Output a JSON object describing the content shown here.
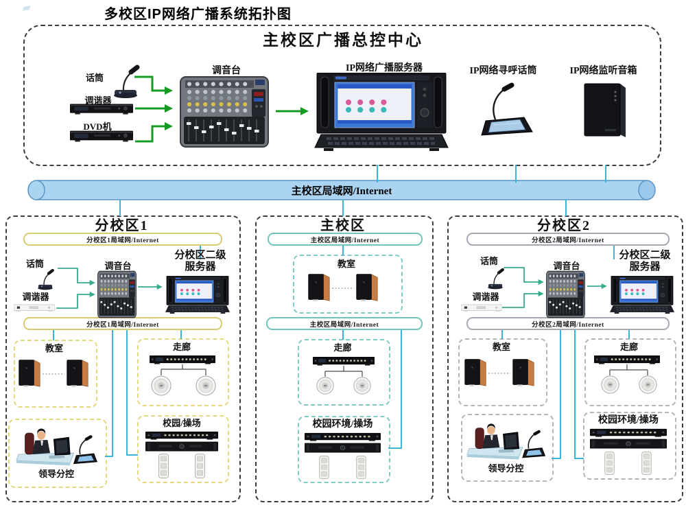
{
  "page": {
    "title": "多校区IP网络广播系统拓扑图"
  },
  "control_center": {
    "title": "主校区广播总控中心",
    "mic": "话筒",
    "tuner": "调谐器",
    "dvd": "DVD机",
    "mixer": "调音台",
    "server": "IP网络广播服务器",
    "paging_mic": "IP网络寻呼话筒",
    "monitor_speaker": "IP网络监听音箱"
  },
  "backbone": {
    "label": "主校区局域网/Internet"
  },
  "branch1": {
    "title": "分校区1",
    "lan": "分校区1局域网/Internet",
    "mic": "话筒",
    "tuner": "调谐器",
    "mixer": "调音台",
    "server_line1": "分校区二级",
    "server_line2": "服务器",
    "zones": {
      "classroom": "教室",
      "corridor": "走廊",
      "leader": "领导分控",
      "campus": "校园/操场"
    }
  },
  "main_campus": {
    "title": "主校区",
    "lan": "主校区局域网/Internet",
    "zones": {
      "classroom": "教室",
      "corridor": "走廊",
      "campus": "校园环境/操场"
    }
  },
  "branch2": {
    "title": "分校区2",
    "lan": "分校区2局域网/Internet",
    "mic": "话筒",
    "tuner": "调谐器",
    "mixer": "调音台",
    "server_line1": "分校区二级",
    "server_line2": "服务器",
    "zones": {
      "classroom": "教室",
      "corridor": "走廊",
      "leader": "领导分控",
      "campus": "校园环境/操场"
    }
  },
  "colors": {
    "backbone_fill": "#aad4f2",
    "backbone_stroke": "#5b94c4",
    "connector_cyan": "#3ab5d8",
    "arrow_green": "#169c23",
    "arrow_teal": "#35ab8e",
    "branch1_accent": "#d8cc70",
    "main_accent": "#6fc4bc",
    "branch2_accent": "#a4a8b0"
  },
  "icons": {
    "mic": "desk-microphone-icon",
    "tuner": "rack-tuner-icon",
    "dvd": "dvd-player-icon",
    "mixer": "audio-mixer-icon",
    "server": "broadcast-server-icon",
    "paging": "paging-microphone-icon",
    "monitor_speaker": "monitor-speaker-icon",
    "bookshelf": "bookshelf-speaker-icon",
    "ceiling": "ceiling-speaker-icon",
    "amp": "amplifier-icon",
    "column": "column-speaker-icon",
    "operator": "operator-desk-icon"
  }
}
